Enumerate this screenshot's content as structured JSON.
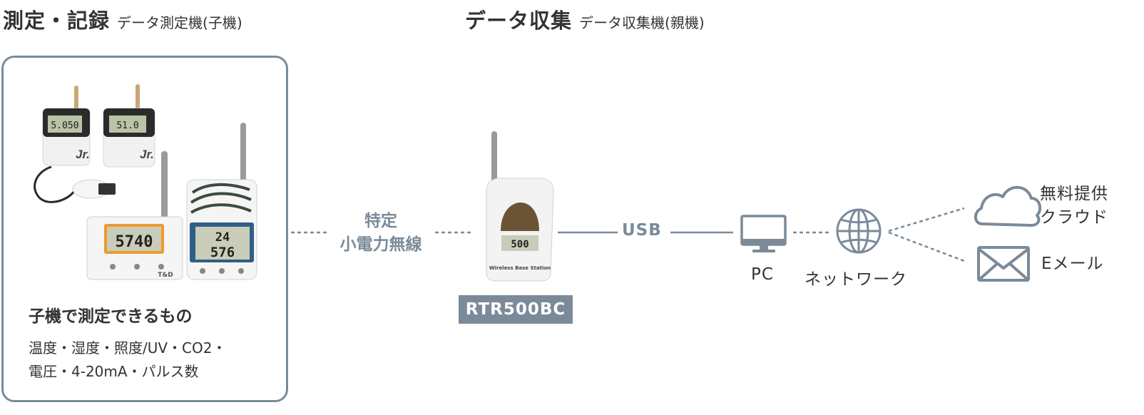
{
  "header": {
    "left_title": "測定・記録",
    "left_sub": "データ測定機(子機)",
    "right_title": "データ収集",
    "right_sub": "データ収集機(親機)"
  },
  "child_panel": {
    "measure_title": "子機で測定できるもの",
    "measure_line1": "温度・湿度・照度/UV・CO2・",
    "measure_line2": "電圧・4-20mA・パルス数"
  },
  "devices": {
    "rtr505_display": "5.050",
    "rtr501_display": "51.0",
    "rtr574_display": "5740",
    "rtr576_top": "24",
    "rtr576_bottom": "576",
    "brand": "T&D"
  },
  "links": {
    "wireless_line1": "特定",
    "wireless_line2": "小電力無線",
    "usb": "USB"
  },
  "base_station": {
    "model": "RTR500BC",
    "display": "500",
    "caption": "Wireless Base Station"
  },
  "nodes": {
    "pc": "PC",
    "network": "ネットワーク",
    "cloud_line1": "無料提供",
    "cloud_line2": "クラウド",
    "email": "Eメール"
  },
  "colors": {
    "accent": "#7b8a99",
    "text": "#333333"
  }
}
